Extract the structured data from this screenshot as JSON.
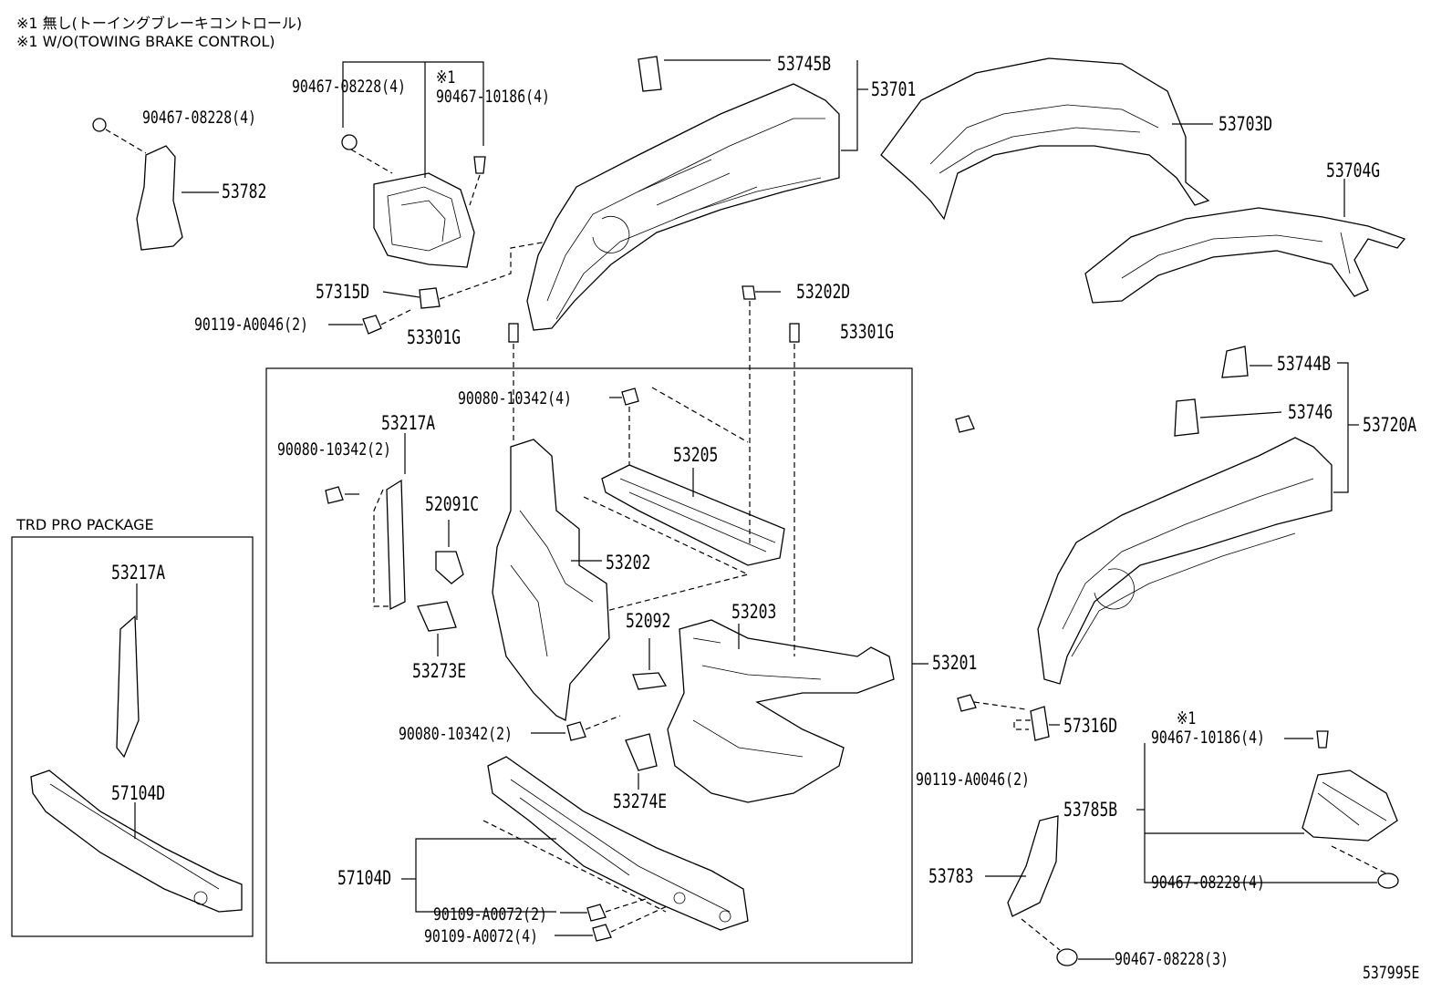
{
  "notes": {
    "line1": "※1 無し(トーイングブレーキコントロール)",
    "line2": "※1 W/O(TOWING BRAKE CONTROL)"
  },
  "package_label": "TRD PRO PACKAGE",
  "diagram_id": "537995E",
  "labels": {
    "p90467_08228_4_a": "90467-08228(4)",
    "p53782": "53782",
    "p90467_08228_4_b": "90467-08228(4)",
    "note_mark_1": "※1",
    "p90467_10186_4_a": "90467-10186(4)",
    "p57315D": "57315D",
    "p90119_A0046_2_a": "90119-A0046(2)",
    "p53301G_a": "53301G",
    "p53745B": "53745B",
    "p53701": "53701",
    "p53703D": "53703D",
    "p53704G": "53704G",
    "p53202D": "53202D",
    "p53301G_b": "53301G",
    "p53744B": "53744B",
    "p53746": "53746",
    "p53720A": "53720A",
    "p90080_10342_4": "90080-10342(4)",
    "p53217A_main": "53217A",
    "p90080_10342_2_a": "90080-10342(2)",
    "p53205": "53205",
    "p52091C": "52091C",
    "p53202": "53202",
    "p53273E": "53273E",
    "p52092": "52092",
    "p53203": "53203",
    "p53201": "53201",
    "p90080_10342_2_b": "90080-10342(2)",
    "p53274E": "53274E",
    "p57104D_main": "57104D",
    "p90109_A0072_2": "90109-A0072(2)",
    "p90109_A0072_4": "90109-A0072(4)",
    "p53217A_trd": "53217A",
    "p57104D_trd": "57104D",
    "p90119_A0046_2_b": "90119-A0046(2)",
    "p57316D": "57316D",
    "note_mark_2": "※1",
    "p90467_10186_4_b": "90467-10186(4)",
    "p53785B": "53785B",
    "p90467_08228_4_c": "90467-08228(4)",
    "p53783": "53783",
    "p90467_08228_3": "90467-08228(3)"
  }
}
